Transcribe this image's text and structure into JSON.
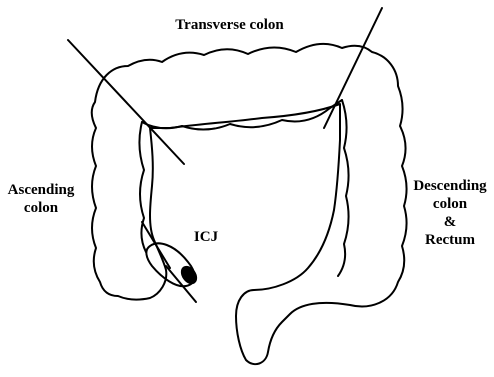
{
  "labels": {
    "transverse": "Transverse colon",
    "ascending": "Ascending\ncolon",
    "icj": "ICJ",
    "descending": "Descending\ncolon\n&\nRectum"
  },
  "colors": {
    "ink": "#000000",
    "background": "#ffffff"
  }
}
